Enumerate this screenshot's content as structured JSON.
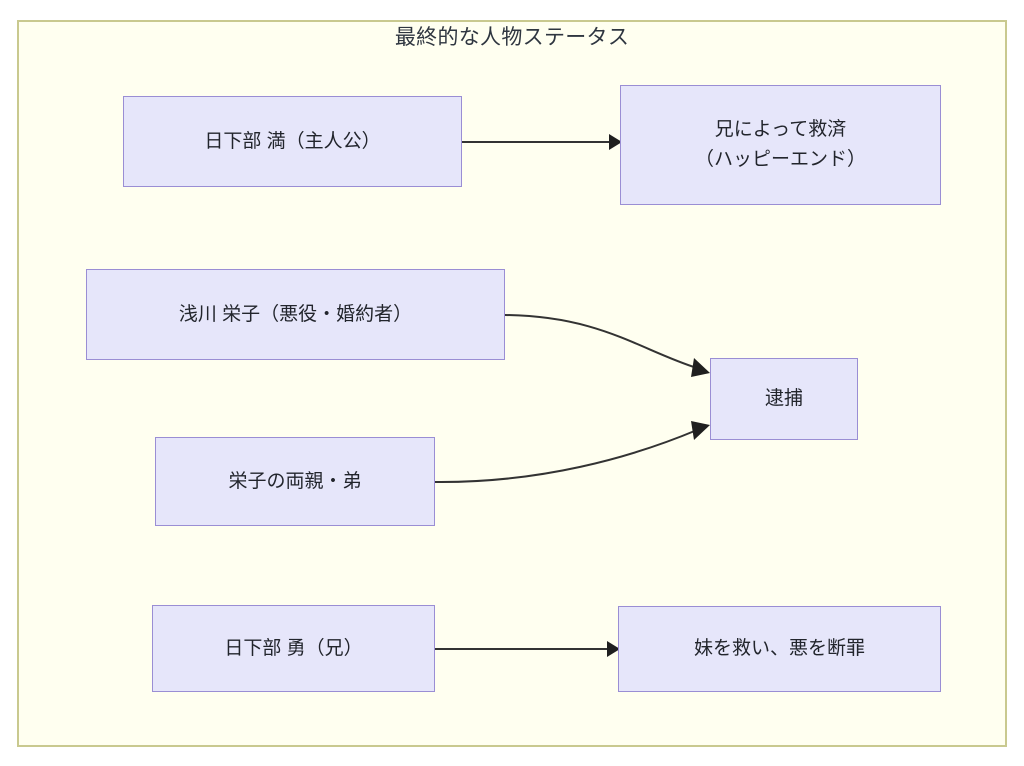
{
  "diagram": {
    "title": "最終的な人物ステータス",
    "colors": {
      "canvas_background": "#FFFFF0",
      "canvas_border": "#C9C98F",
      "node_fill": "#E6E6FA",
      "node_border": "#9A8ED4",
      "edge_stroke": "#333333",
      "text": "#22252C"
    },
    "nodes": [
      {
        "id": "mitsuru",
        "label": "日下部 満（主人公）"
      },
      {
        "id": "saved",
        "label": "兄によって救済\n（ハッピーエンド）"
      },
      {
        "id": "eiko",
        "label": "浅川 栄子（悪役・婚約者）"
      },
      {
        "id": "eiko_family",
        "label": "栄子の両親・弟"
      },
      {
        "id": "arrest",
        "label": "逮捕"
      },
      {
        "id": "isamu",
        "label": "日下部 勇（兄）"
      },
      {
        "id": "justice",
        "label": "妹を救い、悪を断罪"
      }
    ],
    "edges": [
      {
        "from": "mitsuru",
        "to": "saved",
        "style": "straight"
      },
      {
        "from": "eiko",
        "to": "arrest",
        "style": "curved"
      },
      {
        "from": "eiko_family",
        "to": "arrest",
        "style": "curved"
      },
      {
        "from": "isamu",
        "to": "justice",
        "style": "straight"
      }
    ]
  }
}
